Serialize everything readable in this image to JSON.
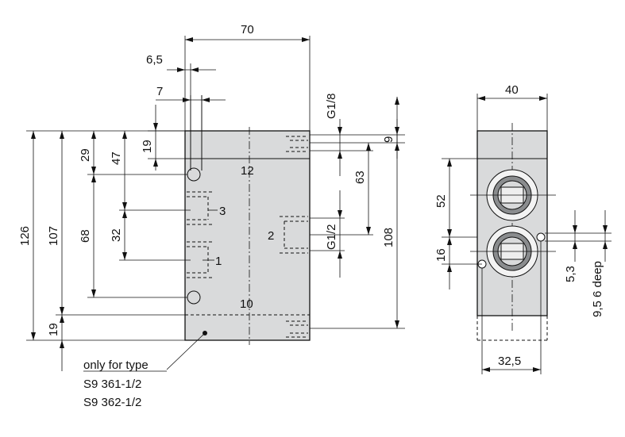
{
  "dimensions": {
    "width_70": "70",
    "d_6_5": "6,5",
    "d_7": "7",
    "g18": "G1/8",
    "d_9": "9",
    "d_19_top": "19",
    "d_29": "29",
    "d_47": "47",
    "d_63": "63",
    "d_126": "126",
    "d_107": "107",
    "d_68": "68",
    "d_32": "32",
    "g12": "G1/2",
    "d_108": "108",
    "d_19_bottom": "19",
    "d_40": "40",
    "d_52": "52",
    "d_16": "16",
    "d_5_3": "5,3",
    "deep": "9,5  6 deep",
    "d_32_5": "32,5"
  },
  "ports": {
    "p12": "12",
    "p10": "10",
    "p3": "3",
    "p1": "1",
    "p2": "2"
  },
  "note": {
    "line1": "only for type",
    "line2": "S9 361-1/2",
    "line3": "S9 362-1/2"
  }
}
